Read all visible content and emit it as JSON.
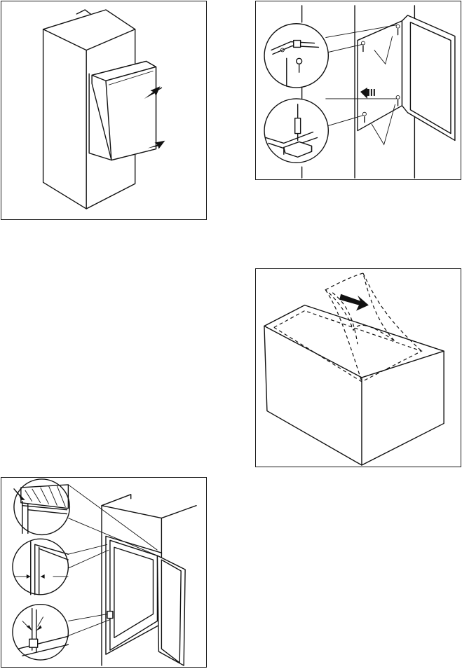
{
  "figures": [
    {
      "id": "fig-1",
      "icons": [
        "cabinet-install-icon",
        "push-arrow-icon"
      ]
    },
    {
      "id": "fig-2",
      "icons": [
        "screw-detail-icon",
        "hinge-bracket-icon",
        "magnifier-circle-icon"
      ]
    },
    {
      "id": "fig-3",
      "icons": [
        "seal-cover-icon",
        "direction-arrow-icon"
      ]
    },
    {
      "id": "fig-4",
      "icons": [
        "door-gap-detail-icon",
        "magnifier-circle-icon"
      ]
    }
  ],
  "colors": {
    "stroke": "#111111",
    "background": "#ffffff"
  }
}
